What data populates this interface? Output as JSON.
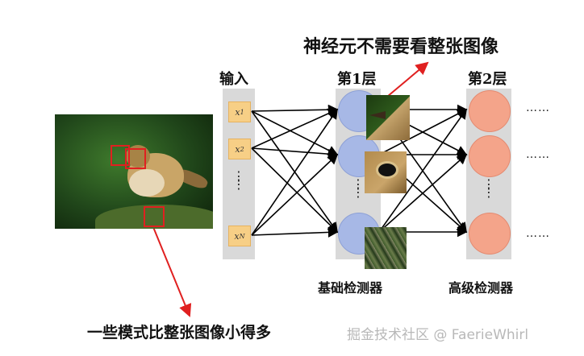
{
  "title_top": "神经元不需要看整张图像",
  "columns": {
    "input_title": "输入",
    "layer1_title": "第1层",
    "layer2_title": "第2层"
  },
  "inputs": [
    "x₁",
    "x₂",
    "x_N"
  ],
  "input_labels": {
    "x1": "x",
    "x1_sub": "1",
    "x2": "x",
    "x2_sub": "2",
    "xN": "x",
    "xN_sub": "N"
  },
  "ellipsis_vertical": "⋮",
  "ellipsis_horizontal": "……",
  "bottom_labels": {
    "basic_detector": "基础检测器",
    "advanced_detector": "高级检测器"
  },
  "caption": "一些模式比整张图像小得多",
  "watermark": "掘金技术社区 @ FaerieWhirl",
  "colors": {
    "input_box": "#f7cf86",
    "layer1_node": "#a7b8e6",
    "layer2_node": "#f4a48a",
    "panel": "#d9d9d9",
    "arrow": "#e02020"
  },
  "icons": [
    "bird-photo",
    "beak-patch-image",
    "eye-patch-image",
    "foot-patch-image"
  ]
}
